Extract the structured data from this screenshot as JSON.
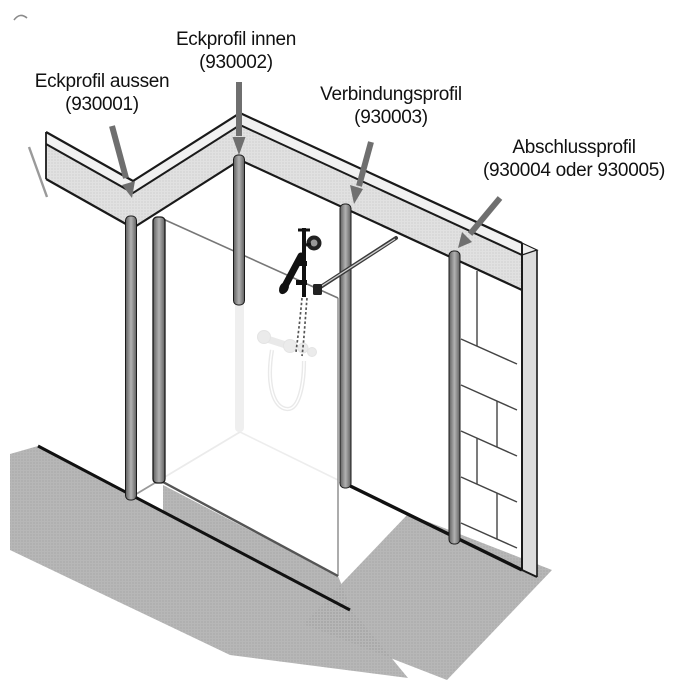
{
  "diagram": {
    "annotations": [
      {
        "id": "eckprofil-aussen",
        "line1": "Eckprofil aussen",
        "line2": "(930001)"
      },
      {
        "id": "eckprofil-innen",
        "line1": "Eckprofil innen",
        "line2": "(930002)"
      },
      {
        "id": "verbindungsprofil",
        "line1": "Verbindungsprofil",
        "line2": "(930003)"
      },
      {
        "id": "abschlussprofil",
        "line1": "Abschlussprofil",
        "line2": "(930004 oder 930005)"
      }
    ],
    "colors": {
      "arrow": "#6f6f6f",
      "shadow": "#b7b7b7",
      "band": "#e1e1e1",
      "band_strip": "#f1f1f1",
      "wall_edge": "#dcdcdc",
      "outline": "#1a1a1a"
    }
  }
}
